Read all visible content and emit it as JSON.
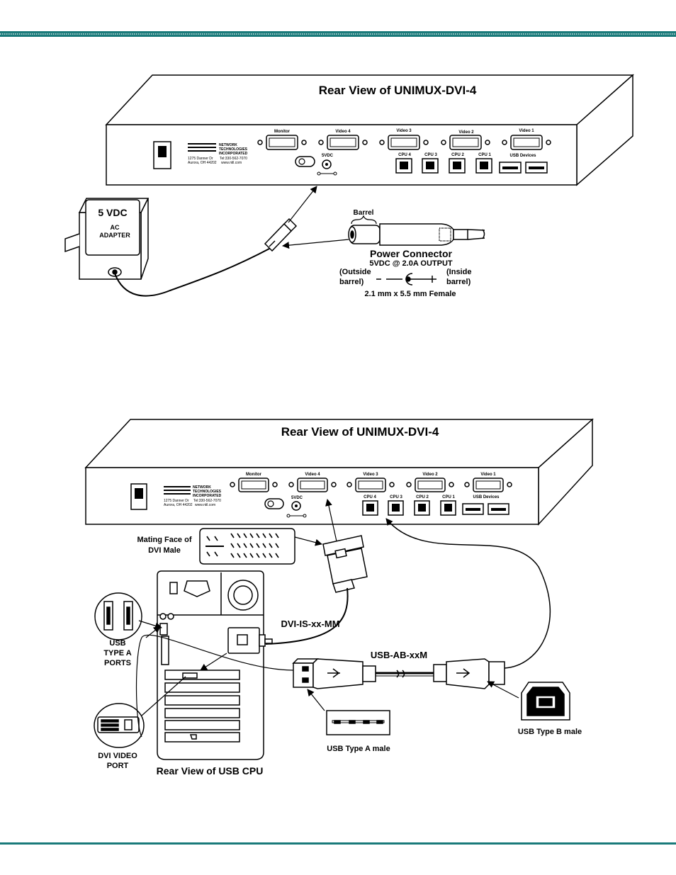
{
  "diagram1": {
    "title": "Rear View of UNIMUX-DVI-4",
    "ports_top": [
      "Monitor",
      "Video 4",
      "Video 3",
      "Video 2",
      "Video 1"
    ],
    "ports_bottom": [
      "CPU 4",
      "CPU 3",
      "CPU 2",
      "CPU 1",
      "USB Devices"
    ],
    "power_label": "5VDC",
    "logo_lines": [
      "NETWORK",
      "TECHNOLOGIES",
      "INCORPORATED"
    ],
    "address_lines": [
      "1275 Danner Dr",
      "Aurora, OH 44202"
    ],
    "contact_lines": [
      "Tel:330-562-7070",
      "www.ntil.com"
    ],
    "adapter": {
      "voltage": "5 VDC",
      "line1": "AC",
      "line2": "ADAPTER"
    },
    "barrel_label": "Barrel",
    "connector_title": "Power Connector",
    "connector_output": "5VDC @ 2.0A OUTPUT",
    "outside_1": "(Outside",
    "outside_2": "barrel)",
    "inside_1": "(Inside",
    "inside_2": "barrel)",
    "connector_size": "2.1 mm x 5.5 mm Female"
  },
  "diagram2": {
    "title": "Rear View of UNIMUX-DVI-4",
    "mating_face_1": "Mating Face of",
    "mating_face_2": "DVI Male",
    "usb_ports_1": "USB",
    "usb_ports_2": "TYPE A",
    "usb_ports_3": "PORTS",
    "dvi_cable": "DVI-IS-xx-MM",
    "usb_cable": "USB-AB-xxM",
    "usb_type_a": "USB Type A male",
    "usb_type_b": "USB Type B male",
    "dvi_port_1": "DVI VIDEO",
    "dvi_port_2": "PORT",
    "cpu_title": "Rear View of USB CPU"
  },
  "colors": {
    "rule": "#1a7a7a",
    "ink": "#000000"
  }
}
